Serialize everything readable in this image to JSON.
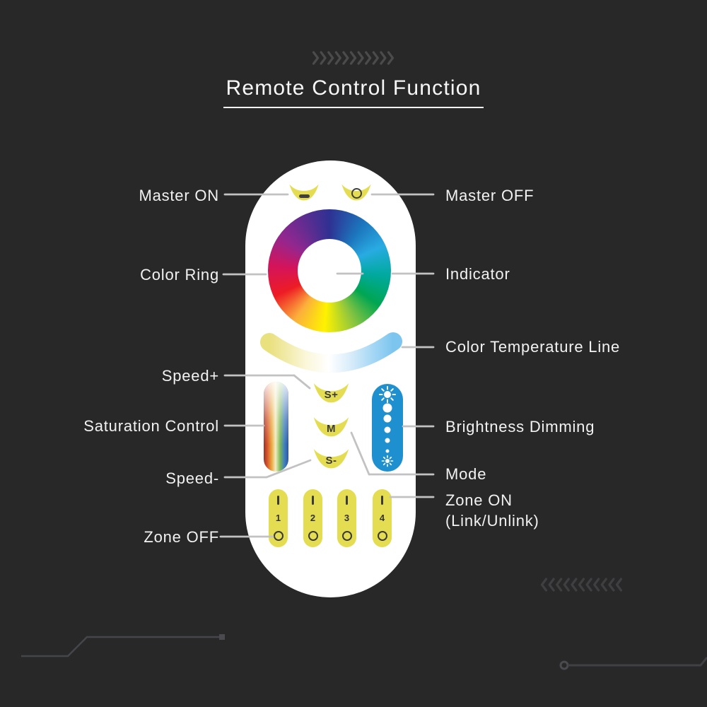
{
  "background_color": "#282828",
  "title": {
    "text": "Remote Control Function"
  },
  "decor": {
    "top_icon": "chevrons-right",
    "bottom_right_icon": "chevrons-left",
    "chevron_count": 11
  },
  "left_labels": [
    {
      "text": "Master ON"
    },
    {
      "text": "Color Ring"
    },
    {
      "text": "Speed+"
    },
    {
      "text": "Saturation Control"
    },
    {
      "text": "Speed-"
    },
    {
      "text": "Zone OFF"
    }
  ],
  "right_labels": [
    {
      "text": "Master OFF"
    },
    {
      "text": "Indicator"
    },
    {
      "text": "Color Temperature Line"
    },
    {
      "text": "Brightness Dimming"
    },
    {
      "text": "Mode"
    },
    {
      "text": "Zone ON"
    },
    {
      "text": "(Link/Unlink)"
    }
  ],
  "remote": {
    "master_on_symbol": "minus",
    "master_off_symbol": "circle",
    "speed_plus_label": "S+",
    "mode_label": "M",
    "speed_minus_label": "S-",
    "zone_buttons": [
      {
        "top": "I",
        "number": "1",
        "bottom": "O"
      },
      {
        "top": "I",
        "number": "2",
        "bottom": "O"
      },
      {
        "top": "I",
        "number": "3",
        "bottom": "O"
      },
      {
        "top": "I",
        "number": "4",
        "bottom": "O"
      }
    ],
    "colors": {
      "body": "#ffffff",
      "button_yellow": "#e4dd52",
      "brightness_blue": "#1f90cf",
      "symbol_dark": "#3f3f3f",
      "connector_gray": "#c2c2c2"
    }
  }
}
